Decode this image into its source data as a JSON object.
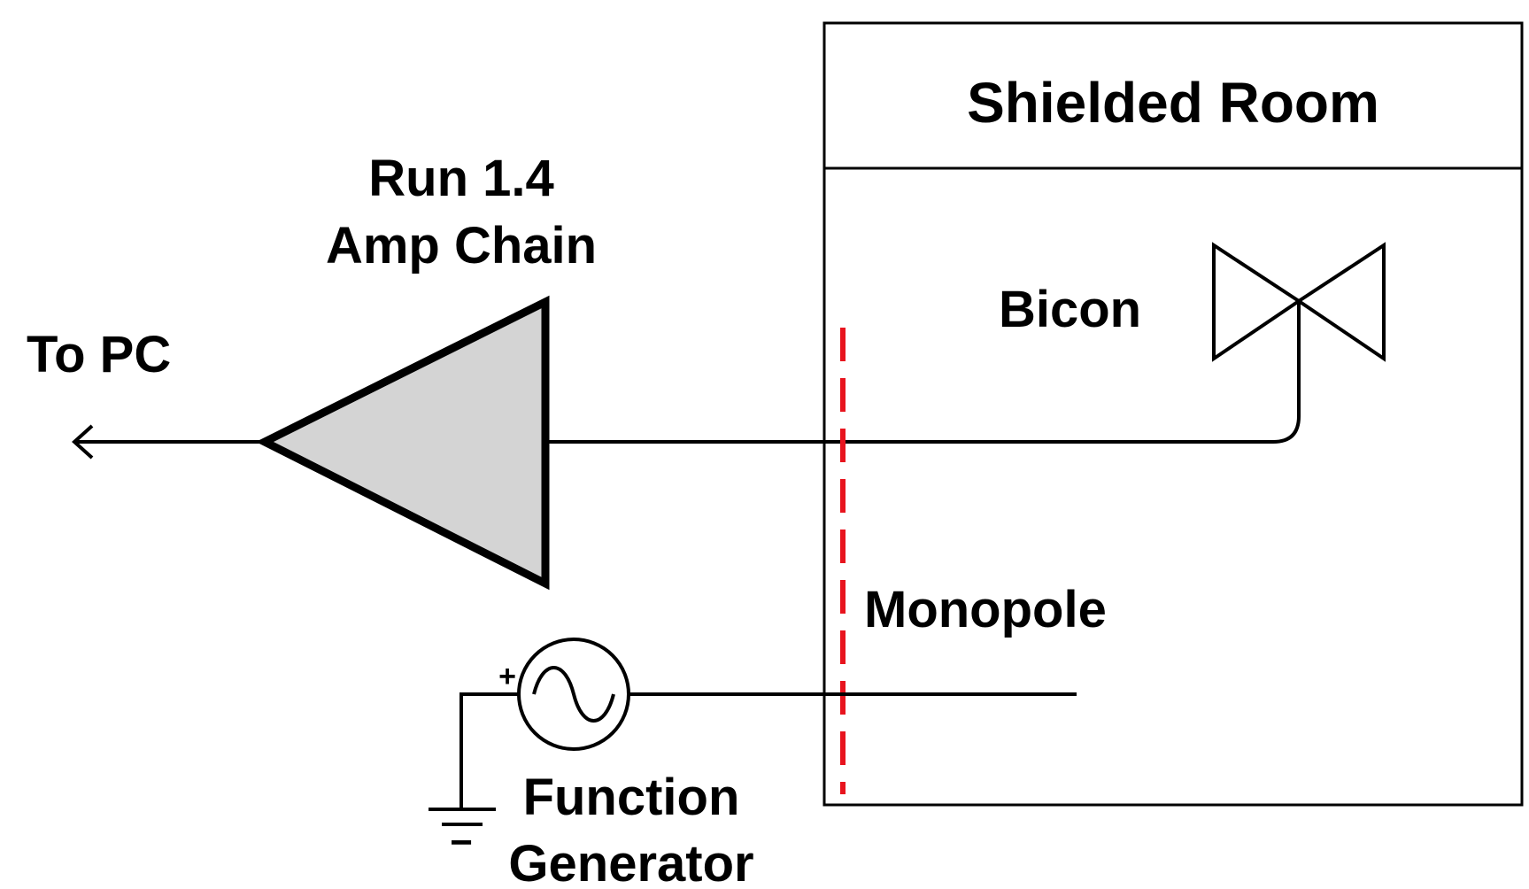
{
  "labels": {
    "room_title": "Shielded Room",
    "amp_line1": "Run 1.4",
    "amp_line2": "Amp Chain",
    "to_pc": "To PC",
    "bicon": "Bicon",
    "monopole": "Monopole",
    "fg_line1": "Function",
    "fg_line2": "Generator",
    "plus": "+",
    "minus": "−"
  },
  "colors": {
    "line": "#000000",
    "amp_fill": "#d4d4d4",
    "boundary": "#e8141e",
    "background": "#ffffff"
  },
  "icons": {
    "amplifier": "amplifier-triangle-icon",
    "bicon_antenna": "bowtie-antenna-icon",
    "source": "ac-source-icon",
    "ground": "ground-icon",
    "arrow": "arrow-left-icon"
  }
}
